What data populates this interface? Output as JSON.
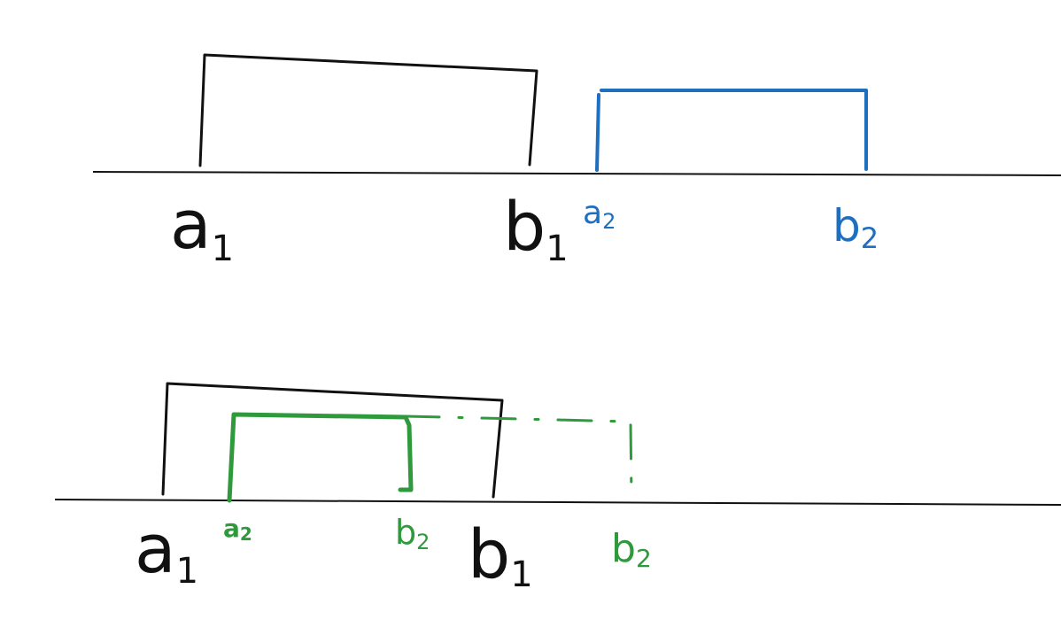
{
  "colors": {
    "ink": "#111111",
    "blue": "#1f6fc0",
    "green": "#2e9a3c"
  },
  "labels": {
    "top_a1": "a",
    "top_a1_sub": "1",
    "top_b1": "b",
    "top_b1_sub": "1",
    "top_a2": "a",
    "top_a2_sub": "2",
    "top_b2": "b",
    "top_b2_sub": "2",
    "bottom_a1": "a",
    "bottom_a1_sub": "1",
    "bottom_a2": "a",
    "bottom_a2_sub": "2",
    "bottom_b2_inner": "b",
    "bottom_b2_inner_sub": "2",
    "bottom_b1": "b",
    "bottom_b1_sub": "1",
    "bottom_b2_outer": "b",
    "bottom_b2_outer_sub": "2"
  }
}
